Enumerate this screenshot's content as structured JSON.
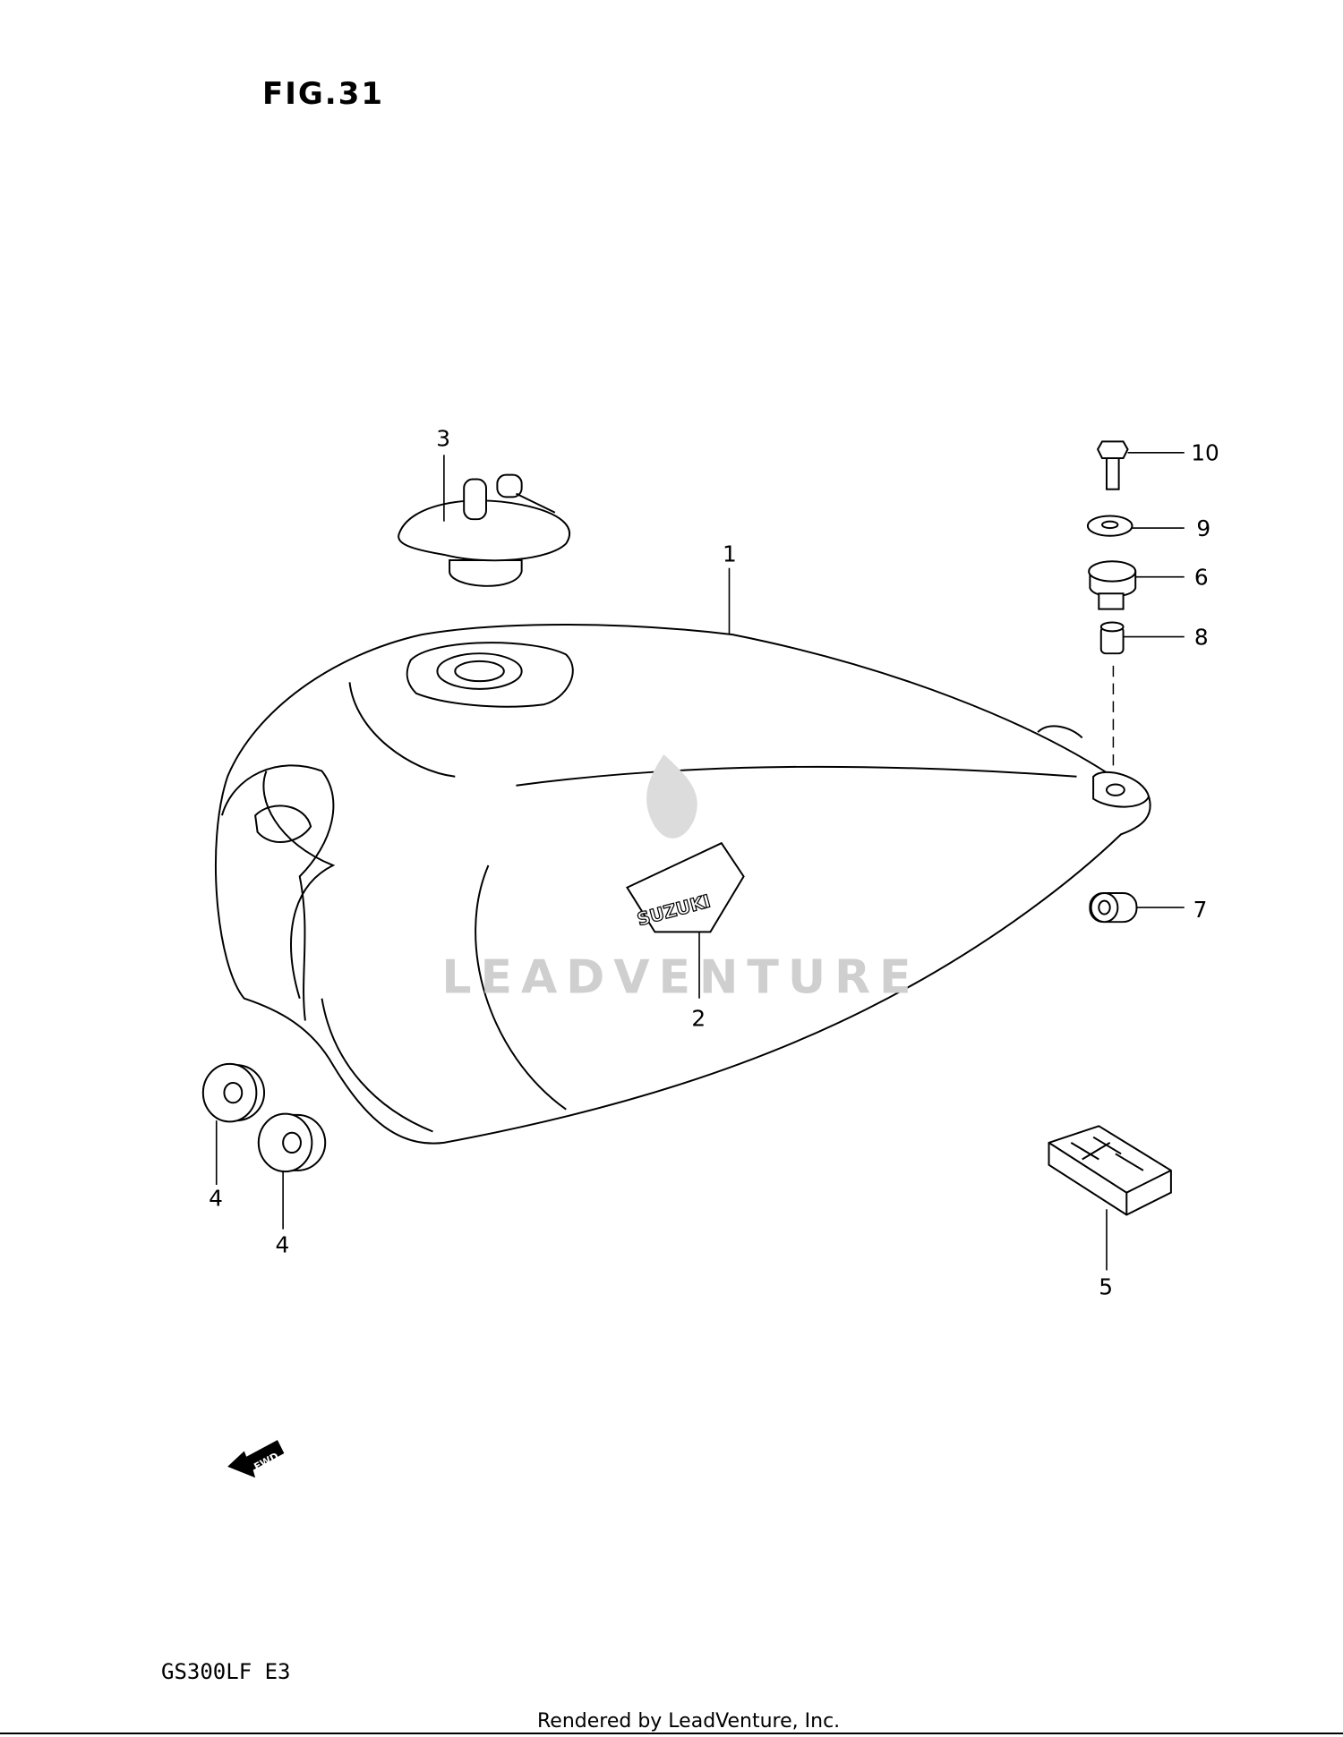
{
  "figure": {
    "title": "FIG.31",
    "model_code": "GS300LF  E3",
    "watermark": "LEADVENTURE",
    "fwd_label": "FWD",
    "tank_logo": "SUZUKI",
    "footer": "Rendered by LeadVenture, Inc."
  },
  "callouts": [
    {
      "part": "fuel-tank",
      "number": "1"
    },
    {
      "part": "emblem",
      "number": "2"
    },
    {
      "part": "fuel-cap-with-keys",
      "number": "3"
    },
    {
      "part": "cushion-left",
      "number": "4"
    },
    {
      "part": "cushion-right",
      "number": "4"
    },
    {
      "part": "rear-cushion-block",
      "number": "5"
    },
    {
      "part": "cushion-grommet",
      "number": "6"
    },
    {
      "part": "cushion",
      "number": "7"
    },
    {
      "part": "spacer",
      "number": "8"
    },
    {
      "part": "washer",
      "number": "9"
    },
    {
      "part": "bolt",
      "number": "10"
    }
  ]
}
